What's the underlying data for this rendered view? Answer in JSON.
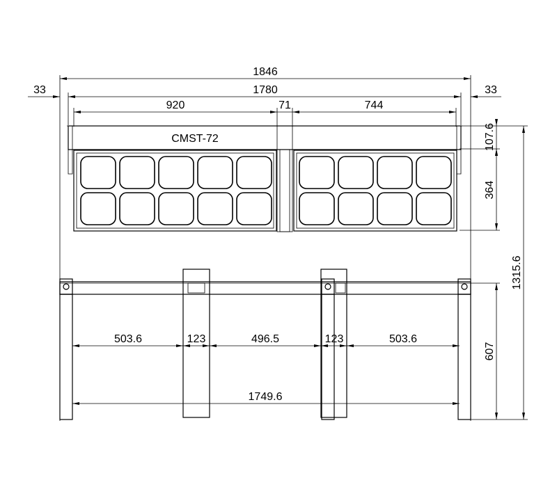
{
  "model": "CMST-72",
  "dimensions": {
    "overall_width": "1846",
    "side_left": "33",
    "side_right": "33",
    "body_width": "1780",
    "left_section": "920",
    "divider": "71",
    "right_section": "744",
    "top_height": "107.6",
    "pan_height": "364",
    "total_height": "1315.6",
    "leg_height": "607",
    "bay_left": "503.6",
    "leg_left": "123",
    "bay_center": "496.5",
    "leg_right": "123",
    "bay_right": "503.6",
    "leg_span": "1749.6"
  }
}
